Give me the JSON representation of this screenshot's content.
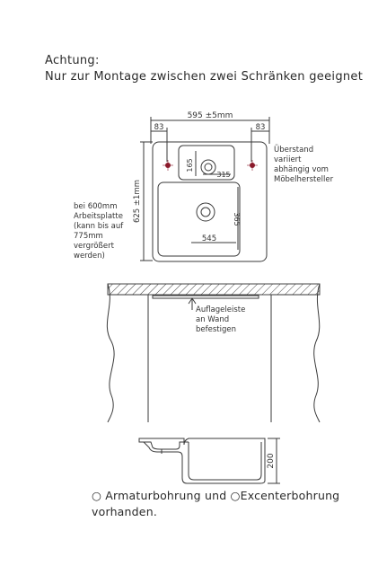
{
  "header": {
    "title": "Achtung:",
    "subtitle": "Nur zur Montage zwischen zwei Schränken geeignet"
  },
  "top_view": {
    "width_label": "595 ±5mm",
    "depth_label": "625 ±1mm",
    "left_edge_label": "83",
    "right_edge_label": "83",
    "small_bowl_depth": "165",
    "small_bowl_width": "315",
    "main_bowl_width": "545",
    "main_bowl_depth": "365"
  },
  "notes": {
    "overhang": [
      "Überstand",
      "variiert",
      "abhängig vom",
      "Möbelhersteller"
    ],
    "countertop": [
      "bei 600mm",
      "Arbeitsplatte",
      "(kann bis auf",
      "775mm",
      "vergrößert",
      "werden)"
    ],
    "support": [
      "Auflageleiste",
      "an Wand",
      "befestigen"
    ]
  },
  "section_view": {
    "height_label": "200"
  },
  "footer": {
    "line1": "○ Armaturbohrung und ○Excenterbohrung",
    "line2": "vorhanden."
  },
  "colors": {
    "line": "#3a3a3a",
    "dimension": "#555555",
    "hole_marker": "#8b1a2b",
    "hatch": "#444444"
  }
}
